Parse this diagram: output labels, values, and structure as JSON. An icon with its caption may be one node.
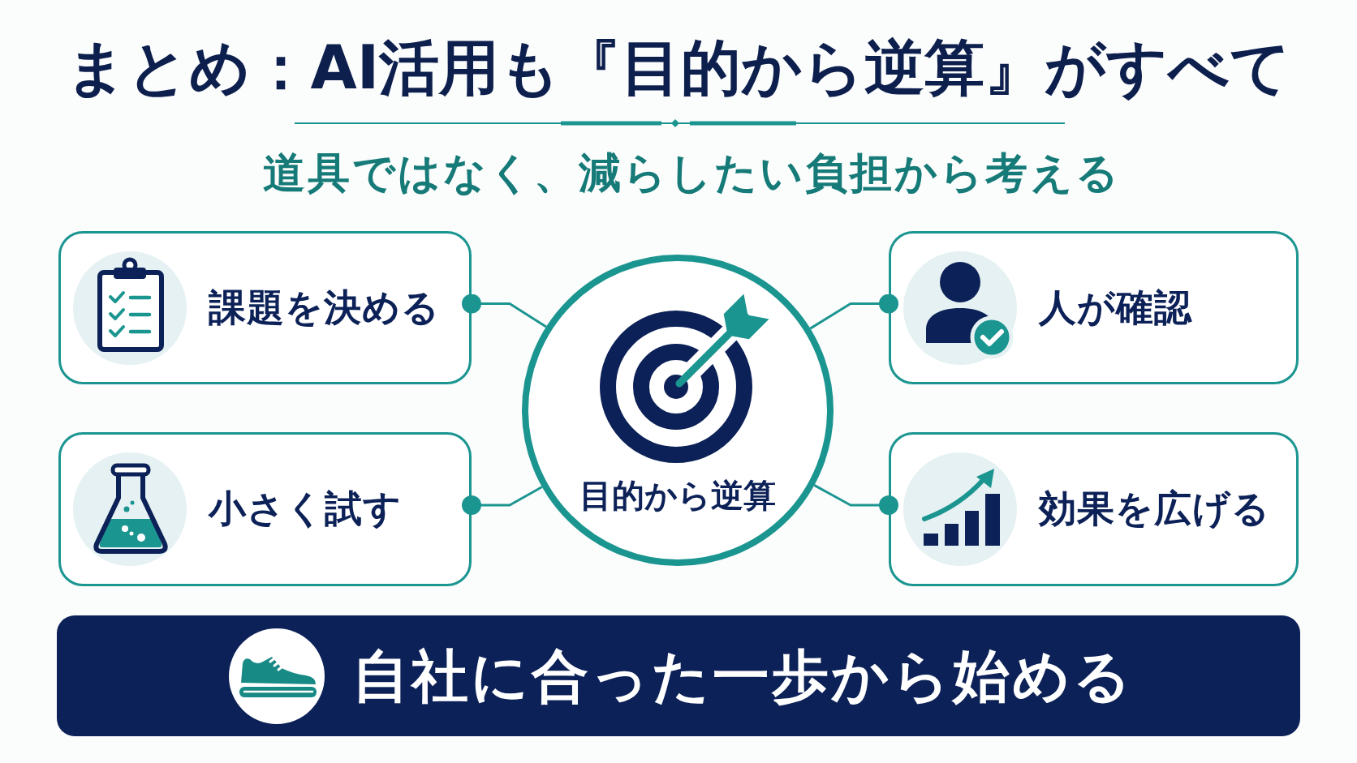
{
  "diagram": {
    "title": "まとめ：AI活用も『目的から逆算』がすべて",
    "nodes": [
      {
        "text": [
          "課題を決める"
        ]
      },
      {
        "text": [
          "目的から逆算"
        ]
      },
      {
        "text": [
          "人が確認"
        ]
      },
      {
        "text": [
          "小さく試す"
        ]
      },
      {
        "text": [
          "効果を広げる"
        ]
      },
      {
        "text": [
          "自社に合った一歩から始める"
        ]
      }
    ],
    "edges": [
      {
        "from": 1,
        "to": 0,
        "arrow": "other"
      },
      {
        "from": 1,
        "to": 2,
        "arrow": "other"
      },
      {
        "from": 1,
        "to": 3,
        "arrow": "other"
      },
      {
        "from": 1,
        "to": 4,
        "arrow": "other"
      }
    ],
    "labels": [
      "道具ではなく、減らしたい負担から考える"
    ]
  }
}
